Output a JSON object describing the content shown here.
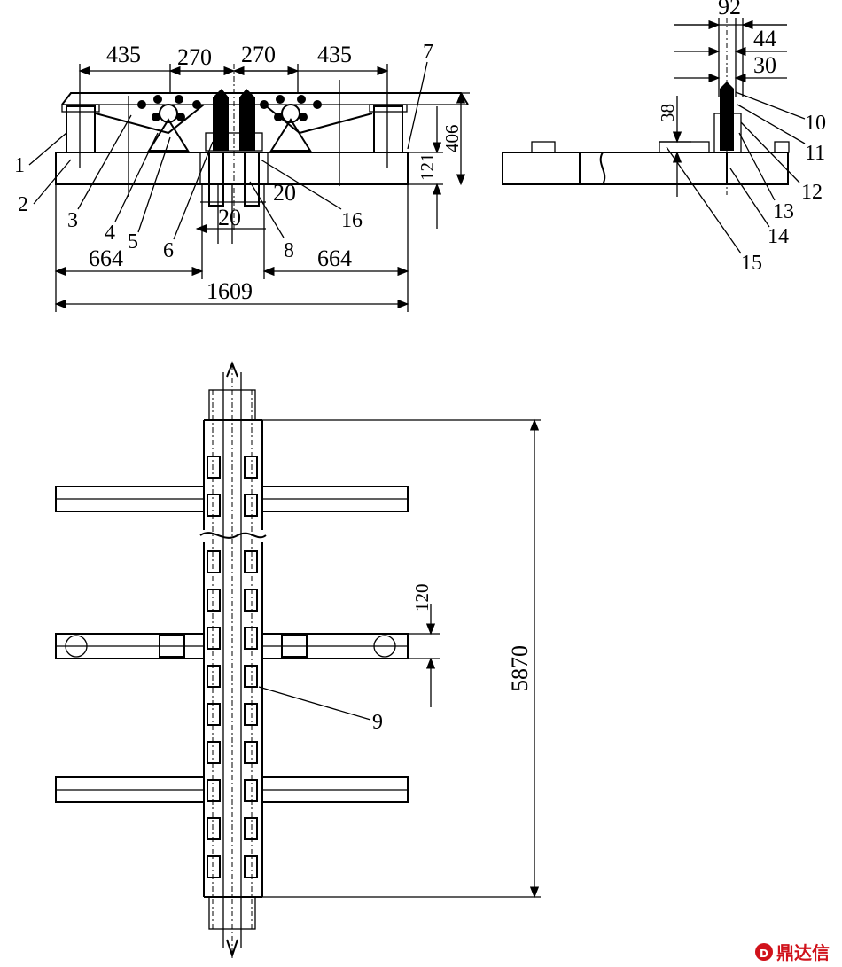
{
  "dimensions": {
    "top_435_left": "435",
    "top_270_left": "270",
    "top_270_right": "270",
    "top_435_right": "435",
    "height_406": "406",
    "height_121": "121",
    "gap_20_a": "20",
    "gap_20_b": "20",
    "bottom_664_left": "664",
    "bottom_664_right": "664",
    "total_1609": "1609",
    "side_92": "92",
    "side_44": "44",
    "side_30": "30",
    "side_38": "38",
    "plan_120": "120",
    "plan_5870": "5870"
  },
  "callouts": {
    "c1": "1",
    "c2": "2",
    "c3": "3",
    "c4": "4",
    "c5": "5",
    "c6": "6",
    "c7": "7",
    "c8": "8",
    "c9": "9",
    "c10": "10",
    "c11": "11",
    "c12": "12",
    "c13": "13",
    "c14": "14",
    "c15": "15",
    "c16": "16"
  },
  "watermark": {
    "text": "鼎达信"
  },
  "colors": {
    "line": "#000000",
    "watermark": "#d0121b"
  }
}
